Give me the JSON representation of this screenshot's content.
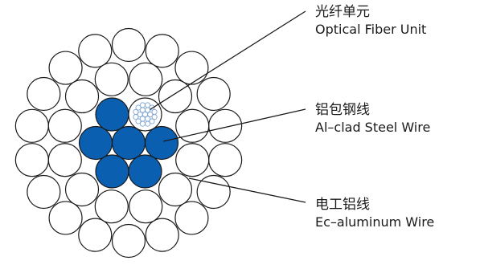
{
  "colors": {
    "steel": "#0b5fb0",
    "outline": "#1a1a1a",
    "fiber": "#7fa6d6",
    "background": "#ffffff"
  },
  "labels": {
    "fiber_unit": {
      "zh": "光纤单元",
      "en": "Optical Fiber Unit"
    },
    "steel_wire": {
      "zh": "铝包钢线",
      "en": "Al–clad Steel Wire"
    },
    "aluminum_wire": {
      "zh": "电工铝线",
      "en": "Ec–aluminum Wire"
    }
  }
}
